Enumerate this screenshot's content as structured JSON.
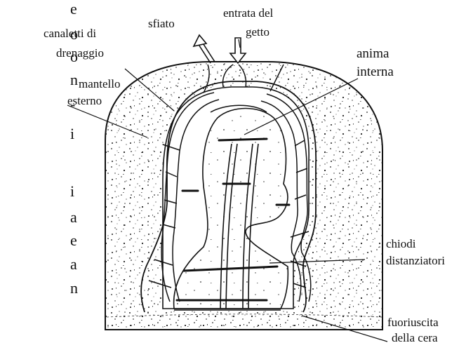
{
  "margin_text": [
    "e",
    "o",
    "o",
    "n",
    "-",
    "i",
    "i",
    "a",
    "e",
    "a",
    "n"
  ],
  "labels": {
    "canaletti_line1": "canaletti di",
    "canaletti_line2": "drenaggio",
    "sfiato": "sfiato",
    "entrata_line1": "entrata del",
    "entrata_line2": "getto",
    "anima_line1": "anima",
    "anima_line2": "interna",
    "mantello_line1": "mantello",
    "mantello_line2": "esterno",
    "chiodi_line1": "chiodi",
    "chiodi_line2": "distanziatori",
    "fuoriuscita_line1": "fuoriuscita",
    "fuoriuscita_line2": "della cera"
  }
}
